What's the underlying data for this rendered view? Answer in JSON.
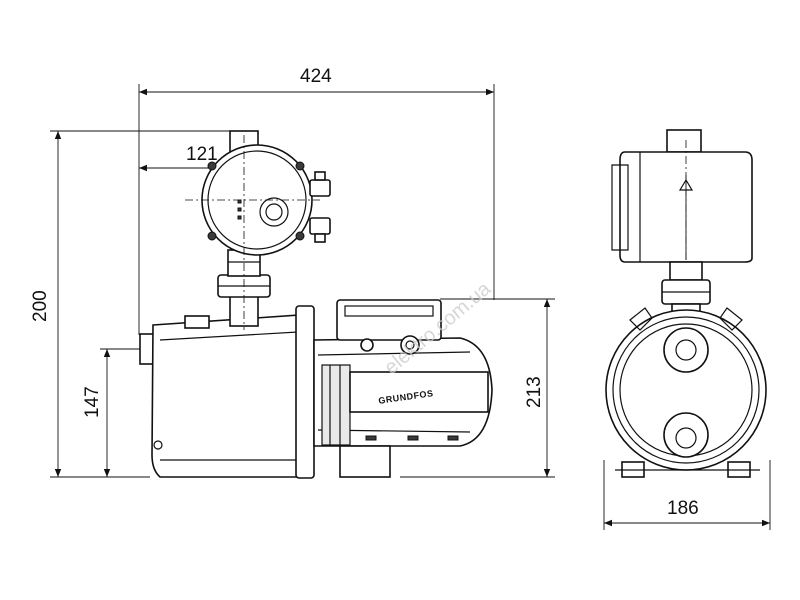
{
  "dimensions": {
    "overall_length": "424",
    "controller_offset": "121",
    "overall_height": "200",
    "inlet_height": "147",
    "motor_height": "213",
    "width": "186"
  },
  "labels": {
    "brand": "GRUNDFOS",
    "watermark": "elektro.com.ua"
  }
}
